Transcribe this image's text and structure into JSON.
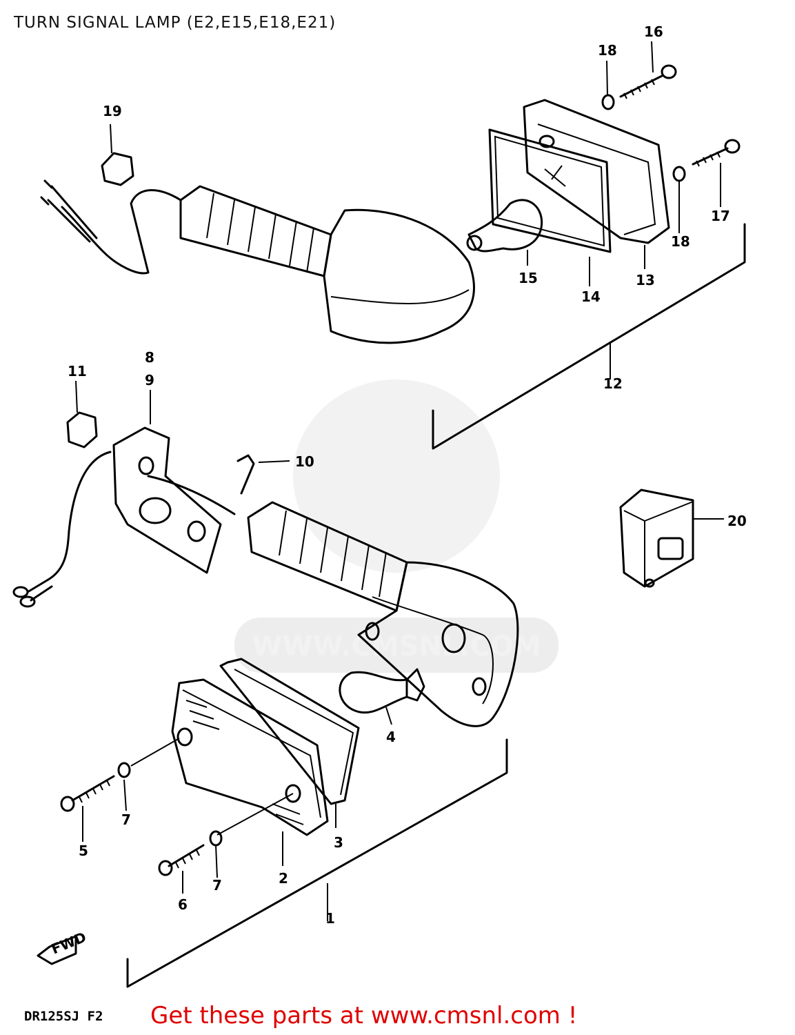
{
  "title": "TURN SIGNAL LAMP (E2,E15,E18,E21)",
  "callouts": [
    "1",
    "2",
    "3",
    "4",
    "5",
    "6",
    "7",
    "7",
    "8",
    "9",
    "10",
    "11",
    "12",
    "13",
    "14",
    "15",
    "16",
    "17",
    "18",
    "18",
    "19",
    "20"
  ],
  "watermark": "WWW.CMSNL.COM",
  "model_code": "DR125SJ F2",
  "direction_marker": "FWD",
  "promo": "Get these parts at www.cmsnl.com !",
  "colors": {
    "promo": "#e00000",
    "line": "#000000",
    "watermark": "#e6e6e6"
  }
}
